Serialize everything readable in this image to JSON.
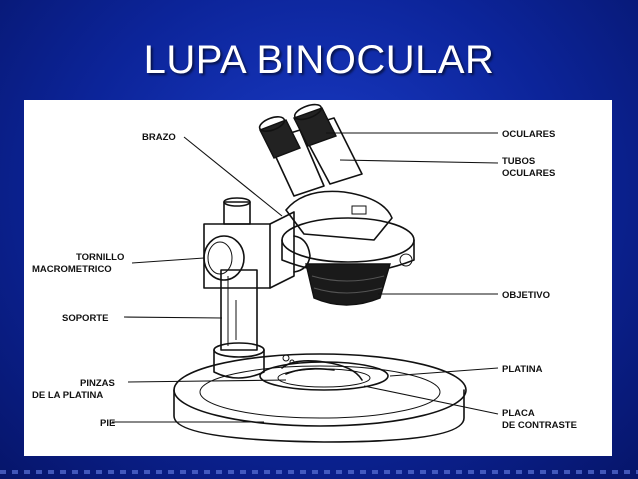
{
  "slide": {
    "title": "LUPA BINOCULAR"
  },
  "colors": {
    "background": "#0c2499",
    "title": "#ffffff",
    "panel": "#ffffff",
    "ink": "#111111"
  },
  "diagram": {
    "labels_left": {
      "brazo": "BRAZO",
      "tornillo_1": "TORNILLO",
      "tornillo_2": "MACROMETRICO",
      "soporte": "SOPORTE",
      "pinzas_1": "PINZAS",
      "pinzas_2": "DE LA PLATINA",
      "pie": "PIE"
    },
    "labels_right": {
      "oculares": "OCULARES",
      "tubos_1": "TUBOS",
      "tubos_2": "OCULARES",
      "objetivo": "OBJETIVO",
      "platina": "PLATINA",
      "placa_1": "PLACA",
      "placa_2": "DE CONTRASTE"
    }
  }
}
